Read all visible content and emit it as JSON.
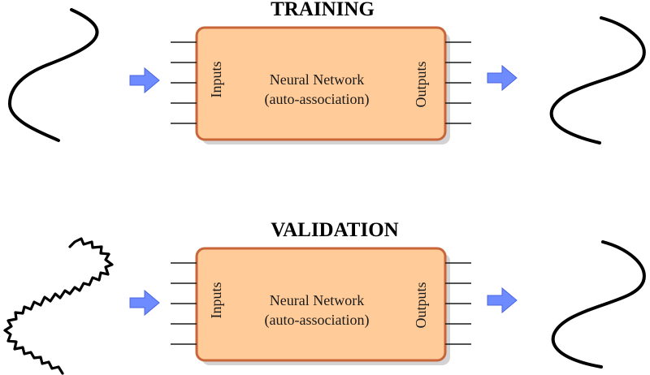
{
  "stages": [
    {
      "title": "TRAINING",
      "network": {
        "line1": "Neural Network",
        "line2": "(auto-association)"
      },
      "inputs_label": "Inputs",
      "outputs_label": "Outputs",
      "input_signal": "smooth-sine-wave",
      "output_signal": "smooth-sine-wave"
    },
    {
      "title": "VALIDATION",
      "network": {
        "line1": "Neural Network",
        "line2": "(auto-association)"
      },
      "inputs_label": "Inputs",
      "outputs_label": "Outputs",
      "input_signal": "noisy-sine-wave",
      "output_signal": "smooth-sine-wave"
    }
  ],
  "pins_per_side": 5,
  "colors": {
    "box_fill": "#ffcb98",
    "box_border": "#c8663a",
    "box_shadow": "#c8c8c8",
    "arrow_fill": "#6e8cff",
    "arrow_stroke": "#4a64e0"
  },
  "icons": {
    "arrow": "right-arrow-icon"
  }
}
